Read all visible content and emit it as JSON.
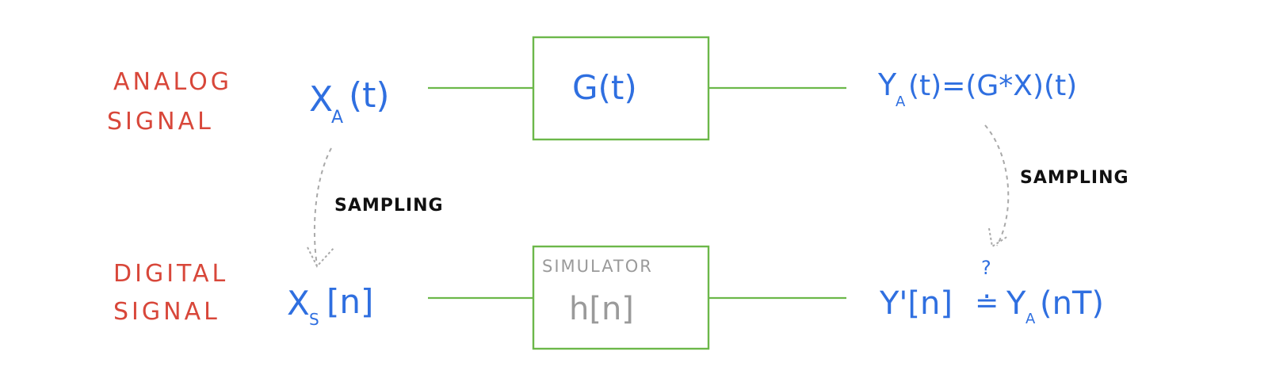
{
  "labels": {
    "analog_line1": "ANALOG",
    "analog_line2": "SIGNAL",
    "digital_line1": "DIGITAL",
    "digital_line2": "SIGNAL"
  },
  "analog_row": {
    "input": "X",
    "input_sub": "A",
    "input_arg": "(t)",
    "system": "G(t)",
    "output": "Y",
    "output_sub": "A",
    "output_rest": "(t)=(G*X)(t)"
  },
  "digital_row": {
    "input": "X",
    "input_sub": "S",
    "input_arg": "[n]",
    "simulator_label": "SIMULATOR",
    "system": "h[n]",
    "output": "Y'[n]",
    "approx_mark": "?",
    "approx_symbol": "≐",
    "target": "Y",
    "target_sub": "A",
    "target_arg": "(nT)"
  },
  "sampling": {
    "left": "SAMPLING",
    "right": "SAMPLING"
  },
  "colors": {
    "category_labels": "#d8473a",
    "signals": "#2f6fe0",
    "sampling_text": "#111111",
    "simulator": "#9a9a9a",
    "wires_boxes": "#6cb84a",
    "sampling_arrows": "#a9a9a9"
  }
}
